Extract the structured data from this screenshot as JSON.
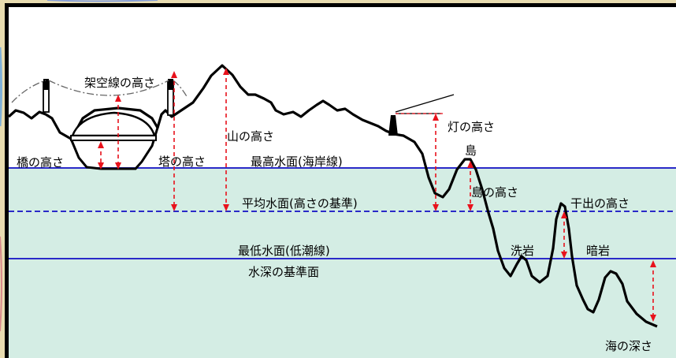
{
  "colors": {
    "sea": "#d4ede4",
    "water_line": "#2a2ac8",
    "arrow": "#e8121c",
    "terrain": "#000000",
    "frame": "#000000",
    "map_background": "#e8dcb0"
  },
  "labels": {
    "overhead_line_height": "架空線の高さ",
    "mountain_height": "山の高さ",
    "light_height": "灯の高さ",
    "island": "島",
    "bridge_height": "橋の高さ",
    "tower_height": "塔の高さ",
    "highest_water": "最高水面(海岸線)",
    "mean_water": "平均水面(高さの基準)",
    "island_height": "島の高さ",
    "drying_height": "干出の高さ",
    "lowest_water": "最低水面(低潮線)",
    "depth_datum": "水深の基準面",
    "awash_rock": "洗岩",
    "sunken_rock": "暗岩",
    "sea_depth": "海の深さ"
  }
}
